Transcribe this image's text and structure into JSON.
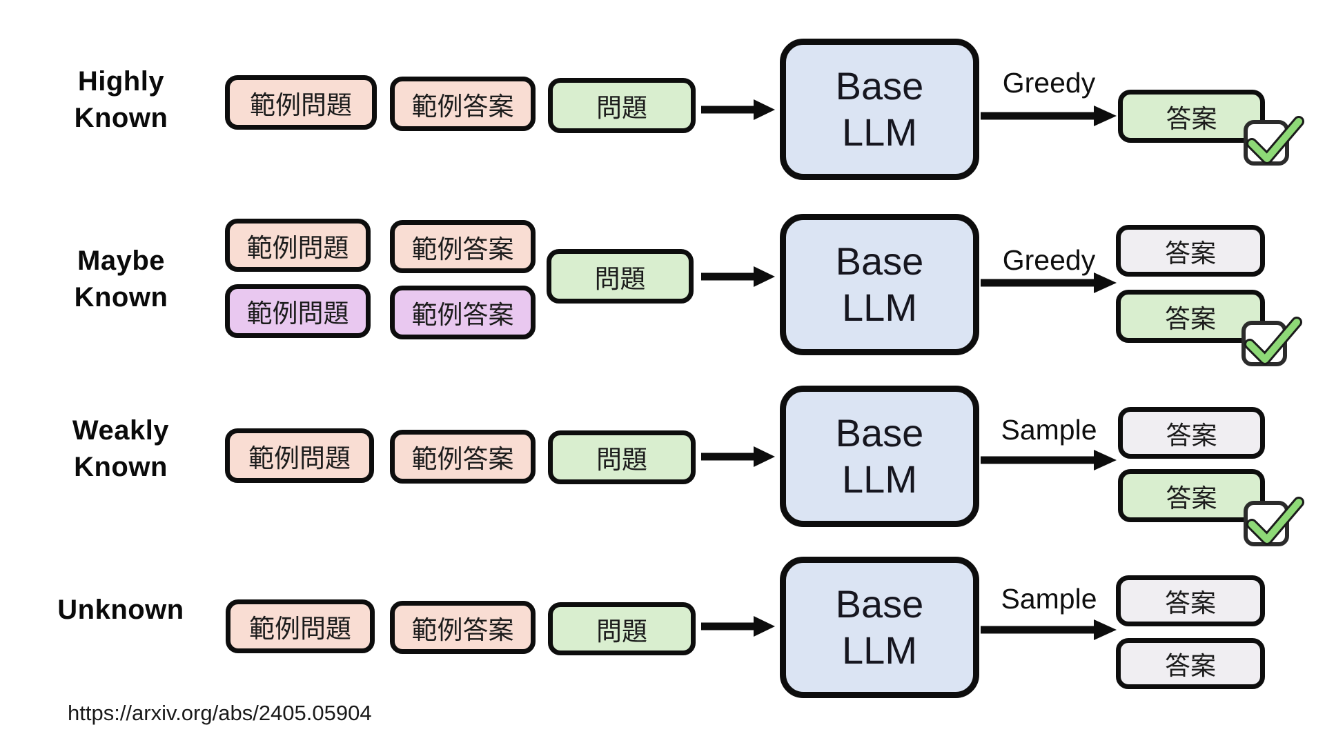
{
  "colors": {
    "background": "#ffffff",
    "outline": "#0d0d0d",
    "salmon_chip": "#f9ddd3",
    "purple_chip": "#e9c8f0",
    "green_chip": "#d9eecf",
    "gray_chip": "#f0eef2",
    "llm_box_blue": "#dbe4f3",
    "check_green": "#8ed977"
  },
  "llm": {
    "line1": "Base",
    "line2": "LLM"
  },
  "rows": [
    {
      "label": "Highly Known",
      "label_lines": [
        "Highly",
        "Known"
      ],
      "decoding": "Greedy",
      "context_chips": [
        {
          "text": "範例問題",
          "variant": "salmon"
        },
        {
          "text": "範例答案",
          "variant": "salmon"
        },
        {
          "text": "問題",
          "variant": "green"
        }
      ],
      "answers": [
        {
          "text": "答案",
          "variant": "green",
          "checked": true
        }
      ]
    },
    {
      "label": "Maybe Known",
      "label_lines": [
        "Maybe",
        "Known"
      ],
      "decoding": "Greedy",
      "context_chips": [
        {
          "text": "範例問題",
          "variant": "salmon"
        },
        {
          "text": "範例答案",
          "variant": "salmon"
        },
        {
          "text": "範例問題",
          "variant": "purple"
        },
        {
          "text": "範例答案",
          "variant": "purple"
        },
        {
          "text": "問題",
          "variant": "green"
        }
      ],
      "answers": [
        {
          "text": "答案",
          "variant": "gray",
          "checked": false
        },
        {
          "text": "答案",
          "variant": "green",
          "checked": true
        }
      ]
    },
    {
      "label": "Weakly Known",
      "label_lines": [
        "Weakly",
        "Known"
      ],
      "decoding": "Sample",
      "context_chips": [
        {
          "text": "範例問題",
          "variant": "salmon"
        },
        {
          "text": "範例答案",
          "variant": "salmon"
        },
        {
          "text": "問題",
          "variant": "green"
        }
      ],
      "answers": [
        {
          "text": "答案",
          "variant": "gray",
          "checked": false
        },
        {
          "text": "答案",
          "variant": "green",
          "checked": true
        }
      ]
    },
    {
      "label": "Unknown",
      "label_lines": [
        "Unknown"
      ],
      "decoding": "Sample",
      "context_chips": [
        {
          "text": "範例問題",
          "variant": "salmon"
        },
        {
          "text": "範例答案",
          "variant": "salmon"
        },
        {
          "text": "問題",
          "variant": "green"
        }
      ],
      "answers": [
        {
          "text": "答案",
          "variant": "gray",
          "checked": false
        },
        {
          "text": "答案",
          "variant": "gray",
          "checked": false
        }
      ]
    }
  ],
  "footer": {
    "url": "https://arxiv.org/abs/2405.05904"
  }
}
